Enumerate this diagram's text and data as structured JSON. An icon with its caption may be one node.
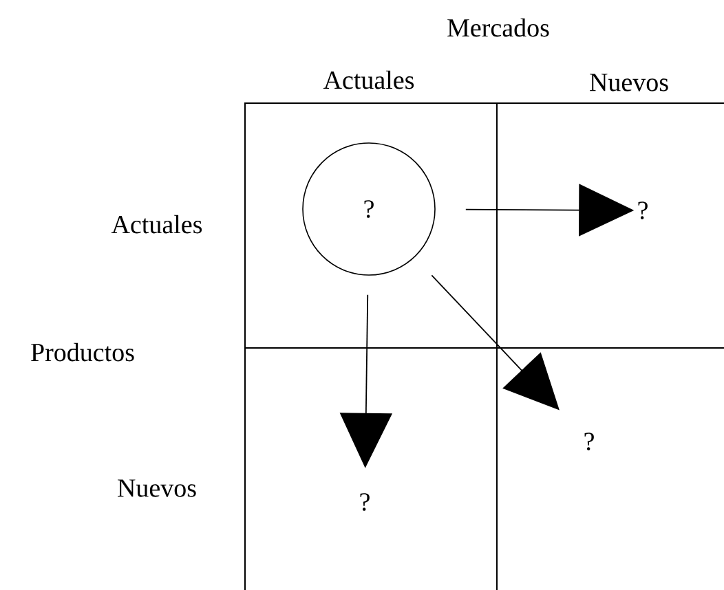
{
  "diagram": {
    "nodes": [
      {
        "text": [
          "?"
        ]
      },
      {
        "text": [
          "?"
        ]
      },
      {
        "text": [
          "?"
        ]
      },
      {
        "text": [
          "?"
        ]
      }
    ],
    "edges": [
      {
        "from": 0,
        "to": 1,
        "arrow": "to"
      },
      {
        "from": 0,
        "to": 2,
        "arrow": "to"
      },
      {
        "from": 0,
        "to": 3,
        "arrow": "to"
      }
    ],
    "labels": [
      "Mercados",
      "Actuales",
      "Nuevos",
      "Actuales",
      "Productos",
      "Nuevos"
    ]
  }
}
